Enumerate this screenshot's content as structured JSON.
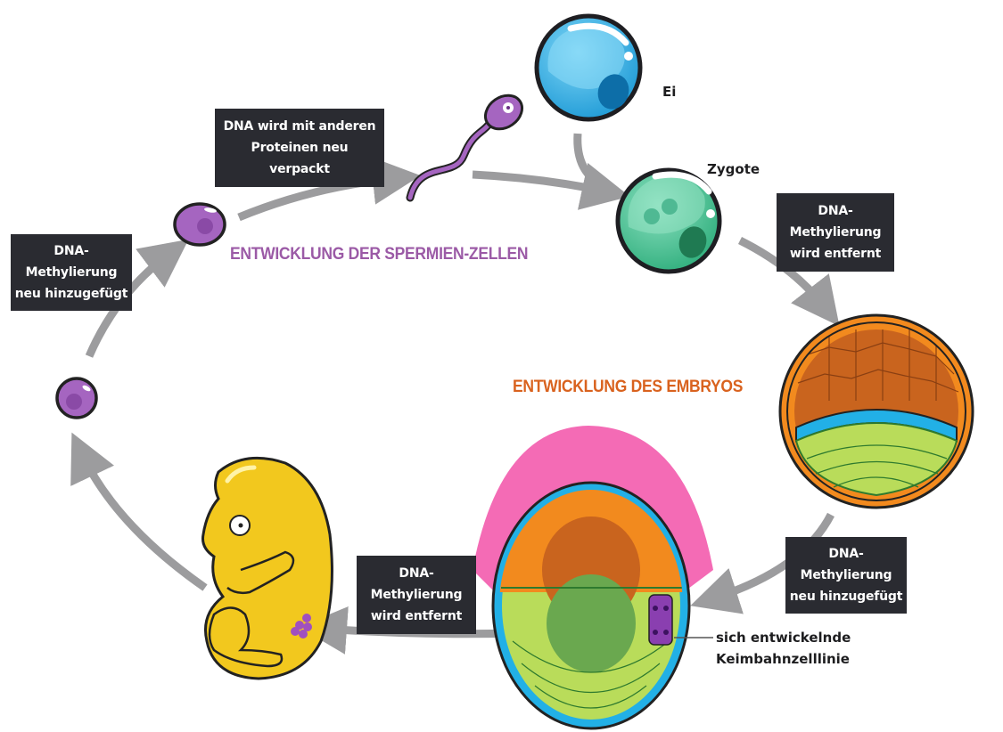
{
  "diagram": {
    "title_sperm": "ENTWICKLUNG DER SPERMIEN-ZELLEN",
    "title_embryo": "ENTWICKLUNG DES EMBRYOS",
    "colors": {
      "sperm_heading": "#9b5aa6",
      "embryo_heading": "#d9621e",
      "arrow": "#9c9c9e",
      "box_bg": "#2a2b31",
      "egg": "#3bb4e8",
      "zygote": "#3dbd8a",
      "sperm_cell": "#a565c0",
      "embryo_body": "#f2c81e",
      "blast_orange": "#f28a1e",
      "blast_blue": "#22b0e6",
      "blast_green": "#b9dc5a",
      "amnion_pink": "#f46bb5",
      "germ_purple": "#8a3fb0"
    },
    "labels": {
      "egg": "Ei",
      "zygote": "Zygote",
      "germline_line1": "sich entwickelnde",
      "germline_line2": "Keimbahnzelllinie"
    },
    "boxes": {
      "repackaged": [
        "DNA wird mit anderen",
        "Proteinen neu",
        "verpackt"
      ],
      "methyl_added_left": [
        "DNA-",
        "Methylierung",
        "neu hinzugefügt"
      ],
      "methyl_removed_zygote": [
        "DNA-",
        "Methylierung",
        "wird entfernt"
      ],
      "methyl_added_right": [
        "DNA-",
        "Methylierung",
        "neu hinzugefügt"
      ],
      "methyl_removed_embryo": [
        "DNA-",
        "Methylierung",
        "wird entfernt"
      ]
    }
  }
}
